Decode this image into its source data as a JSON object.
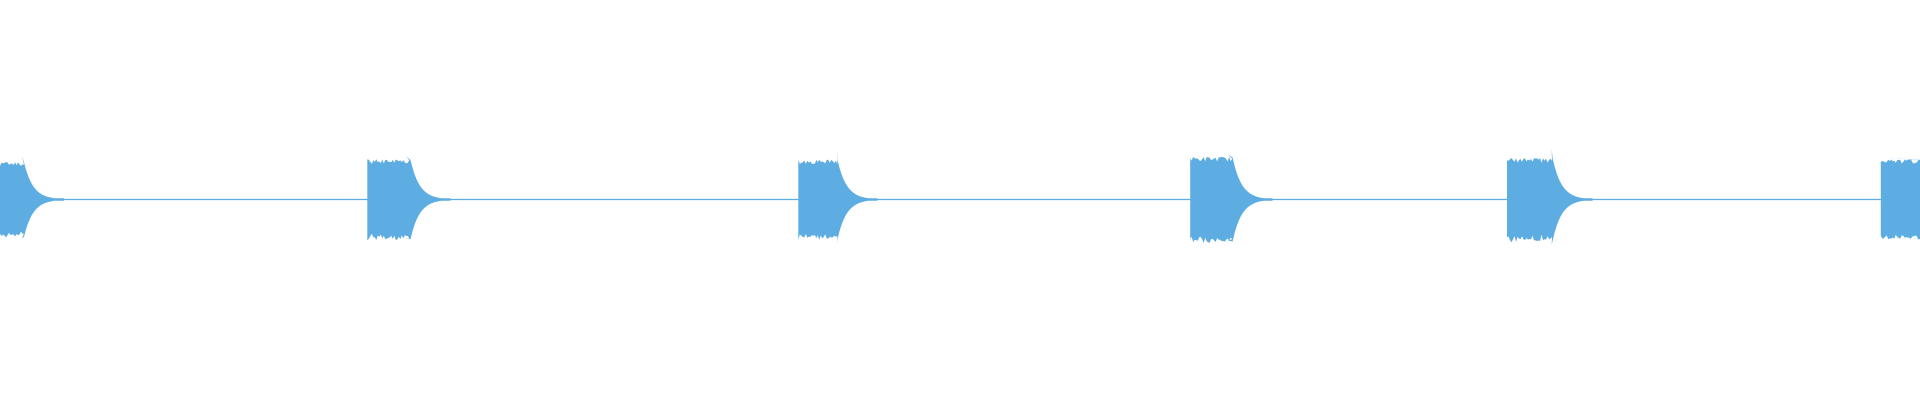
{
  "waveform": {
    "color": "#5dade2",
    "background": "#ffffff",
    "duration_fraction_bursts": [
      {
        "start": 0.0,
        "sustain_end": 0.0125,
        "peak": 0.012,
        "amplitude": 0.62,
        "peak_amplitude": 0.72
      },
      {
        "start": 0.1913,
        "sustain_end": 0.2138,
        "peak": 0.212,
        "amplitude": 0.66,
        "peak_amplitude": 0.72
      },
      {
        "start": 0.4158,
        "sustain_end": 0.4362,
        "peak": 0.4365,
        "amplitude": 0.66,
        "peak_amplitude": 0.82
      },
      {
        "start": 0.6199,
        "sustain_end": 0.642,
        "peak": 0.64,
        "amplitude": 0.7,
        "peak_amplitude": 0.76
      },
      {
        "start": 0.7849,
        "sustain_end": 0.8087,
        "peak": 0.8087,
        "amplitude": 0.68,
        "peak_amplitude": 0.84
      },
      {
        "start": 0.9796,
        "sustain_end": 1.0,
        "peak": 0.98,
        "amplitude": 0.66,
        "peak_amplitude": 0.7
      }
    ],
    "full_scale_amplitude": 1.0
  }
}
